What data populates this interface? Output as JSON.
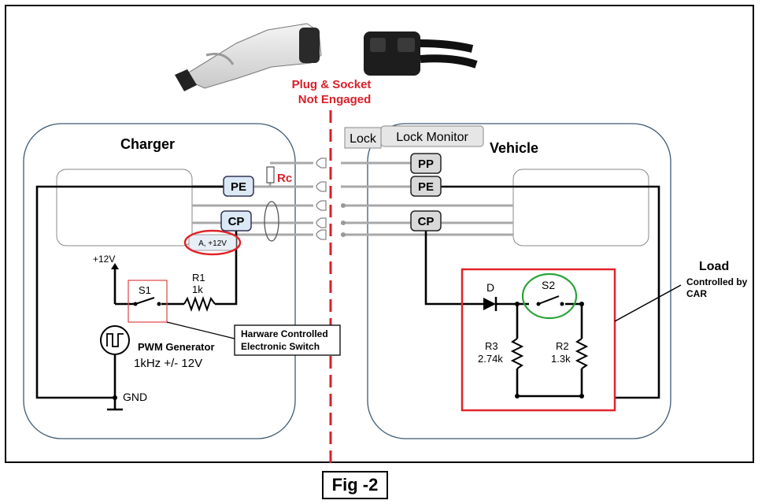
{
  "boundary_label": [
    "Plug & Socket",
    "Not Engaged"
  ],
  "charger": {
    "title": "Charger",
    "pins": {
      "pe": "PE",
      "cp": "CP"
    },
    "rc_label": "Rc",
    "state_label": "A, +12V",
    "supply_label": "+12V",
    "switch_label": "S1",
    "resistor": {
      "name": "R1",
      "value": "1k"
    },
    "pwm": {
      "name": "PWM Generator",
      "spec": "1kHz +/- 12V"
    },
    "gnd_label": "GND",
    "callout": [
      "Harware Controlled",
      "Electronic Switch"
    ]
  },
  "vehicle": {
    "title": "Vehicle",
    "tabs": {
      "lock": "Lock",
      "lock_monitor": "Lock Monitor"
    },
    "pins": {
      "pp": "PP",
      "pe": "PE",
      "cp": "CP"
    },
    "diode_label": "D",
    "switch_label": "S2",
    "r3": {
      "name": "R3",
      "value": "2.74k"
    },
    "r2": {
      "name": "R2",
      "value": "1.3k"
    },
    "load": {
      "title": "Load",
      "subtitle": [
        "Controlled by",
        "CAR"
      ]
    }
  },
  "figure_caption": "Fig -2",
  "colors": {
    "accent_red": "#d9202a",
    "pin_blue": "#dbe8f5",
    "pin_gray": "#d9d9d9",
    "panel_border": "#3d5a73",
    "s2_circle": "#2aa33a"
  }
}
